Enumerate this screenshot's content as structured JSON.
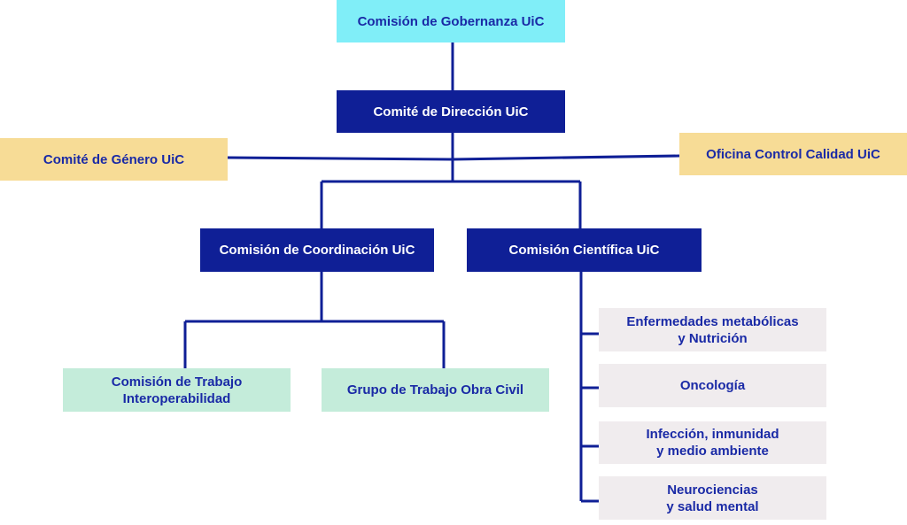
{
  "colors": {
    "line": "#0f1f96",
    "cyan": "#80eef8",
    "navy": "#0f1f96",
    "sand": "#f7dc96",
    "mint": "#c4ecda",
    "pale": "#f0ecee",
    "text_dark": "#1a2aa6",
    "text_light": "#ffffff"
  },
  "nodes": {
    "gobernanza": "Comisión de Gobernanza UiC",
    "direccion": "Comité de Dirección UiC",
    "genero": "Comité de Género UiC",
    "calidad": "Oficina Control Calidad UiC",
    "coordinacion": "Comisión de Coordinación UiC",
    "cientifica": "Comisión Científica UiC",
    "interoperabilidad": "Comisión de Trabajo\nInteroperabilidad",
    "obra_civil": "Grupo de Trabajo Obra Civil",
    "metabolicas": "Enfermedades metabólicas\ny Nutrición",
    "oncologia": "Oncología",
    "infeccion": "Infección, inmunidad\ny medio ambiente",
    "neurociencias": "Neurociencias\ny salud mental"
  }
}
